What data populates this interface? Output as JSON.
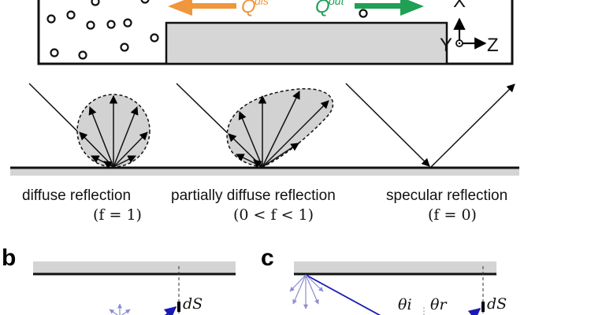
{
  "figure": {
    "top_panel": {
      "flux_labels": {
        "dis": {
          "symbol": "Q",
          "superscript": "dis",
          "color": "#f0963c",
          "direction": "left"
        },
        "out": {
          "symbol": "Q",
          "superscript": "out",
          "color": "#1fa055",
          "direction": "right"
        }
      },
      "axes": {
        "x": "X",
        "y": "Y",
        "z": "Z"
      },
      "block_fill": "#d6d6d6"
    },
    "reflection_types": [
      {
        "name": "diffuse reflection",
        "condition": "(f = 1)"
      },
      {
        "name": "partially diffuse reflection",
        "condition": "(0 < f < 1)"
      },
      {
        "name": "specular reflection",
        "condition": "(f = 0)"
      }
    ],
    "panel_b": {
      "label": "b",
      "element_label": "dS"
    },
    "panel_c": {
      "label": "c",
      "element_label": "dS",
      "angle_incident": "θi",
      "angle_reflected": "θr"
    },
    "colors": {
      "accent_blue": "#1a1ab4",
      "faint_blue": "#8c8cd2",
      "wall_gray": "#d4d4d4"
    }
  }
}
